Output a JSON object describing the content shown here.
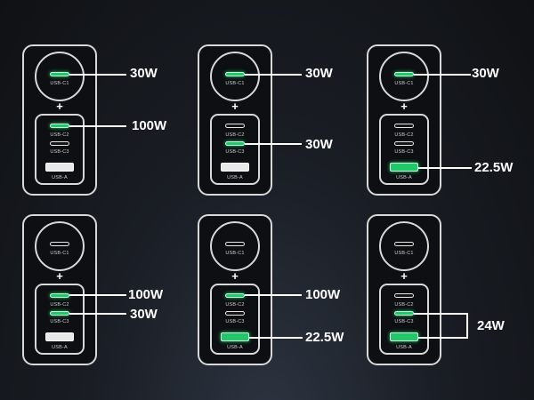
{
  "port_labels": {
    "c1": "USB-C1",
    "c2": "USB-C2",
    "c3": "USB-C3",
    "a": "USB-A"
  },
  "plus_symbol": "+",
  "active_color": "#22c76a",
  "configs": [
    {
      "active_ports": [
        "USB-C1",
        "USB-C2"
      ],
      "outputs": {
        "c1": "30W",
        "c2": "100W"
      }
    },
    {
      "active_ports": [
        "USB-C1",
        "USB-C3"
      ],
      "outputs": {
        "c1": "30W",
        "c3": "30W"
      }
    },
    {
      "active_ports": [
        "USB-C1",
        "USB-A"
      ],
      "outputs": {
        "c1": "30W",
        "a": "22.5W"
      }
    },
    {
      "active_ports": [
        "USB-C2",
        "USB-C3"
      ],
      "outputs": {
        "c2": "100W",
        "c3": "30W"
      }
    },
    {
      "active_ports": [
        "USB-C2",
        "USB-A"
      ],
      "outputs": {
        "c2": "100W",
        "a": "22.5W"
      }
    },
    {
      "active_ports": [
        "USB-C3",
        "USB-A"
      ],
      "outputs": {
        "shared": "24W"
      }
    }
  ]
}
